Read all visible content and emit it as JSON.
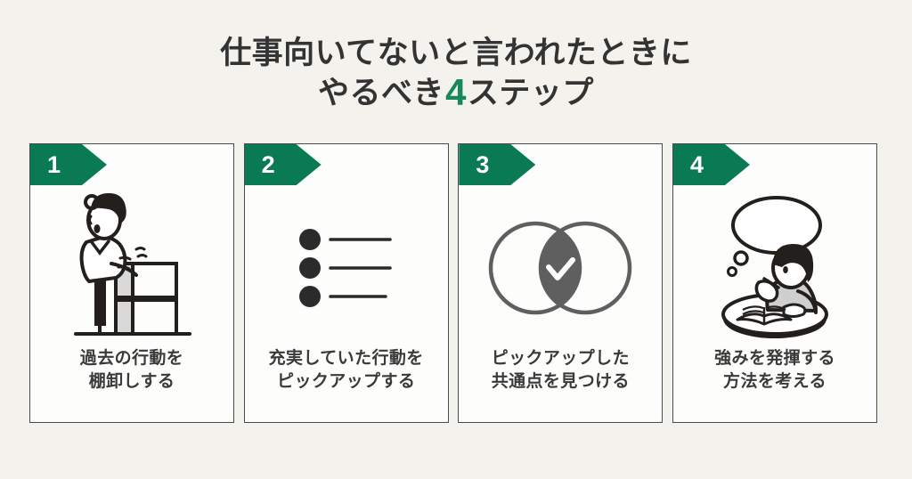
{
  "title": {
    "line1": "仕事向いてないと言われたときに",
    "line2_before": "やるべき",
    "line2_number": "4",
    "line2_after": "ステップ",
    "accent_color": "#17875c",
    "text_color": "#333333"
  },
  "theme": {
    "background_color": "#f4f2ed",
    "card_background": "#fdfdfb",
    "card_border_color": "#4a4a4a",
    "ribbon_color": "#0a7a55",
    "caption_color": "#3a3a3a",
    "icon_gray": "#5f5f5f",
    "icon_dark": "#2b2b2b"
  },
  "cards": [
    {
      "number": "1",
      "icon": "person-inventory-shelves-icon",
      "caption_line1": "過去の行動を",
      "caption_line2": "棚卸しする"
    },
    {
      "number": "2",
      "icon": "bulleted-list-icon",
      "caption_line1": "充実していた行動を",
      "caption_line2": "ピックアップする"
    },
    {
      "number": "3",
      "icon": "venn-diagram-check-icon",
      "caption_line1": "ピックアップした",
      "caption_line2": "共通点を見つける"
    },
    {
      "number": "4",
      "icon": "person-thinking-desk-icon",
      "caption_line1": "強みを発揮する",
      "caption_line2": "方法を考える"
    }
  ]
}
